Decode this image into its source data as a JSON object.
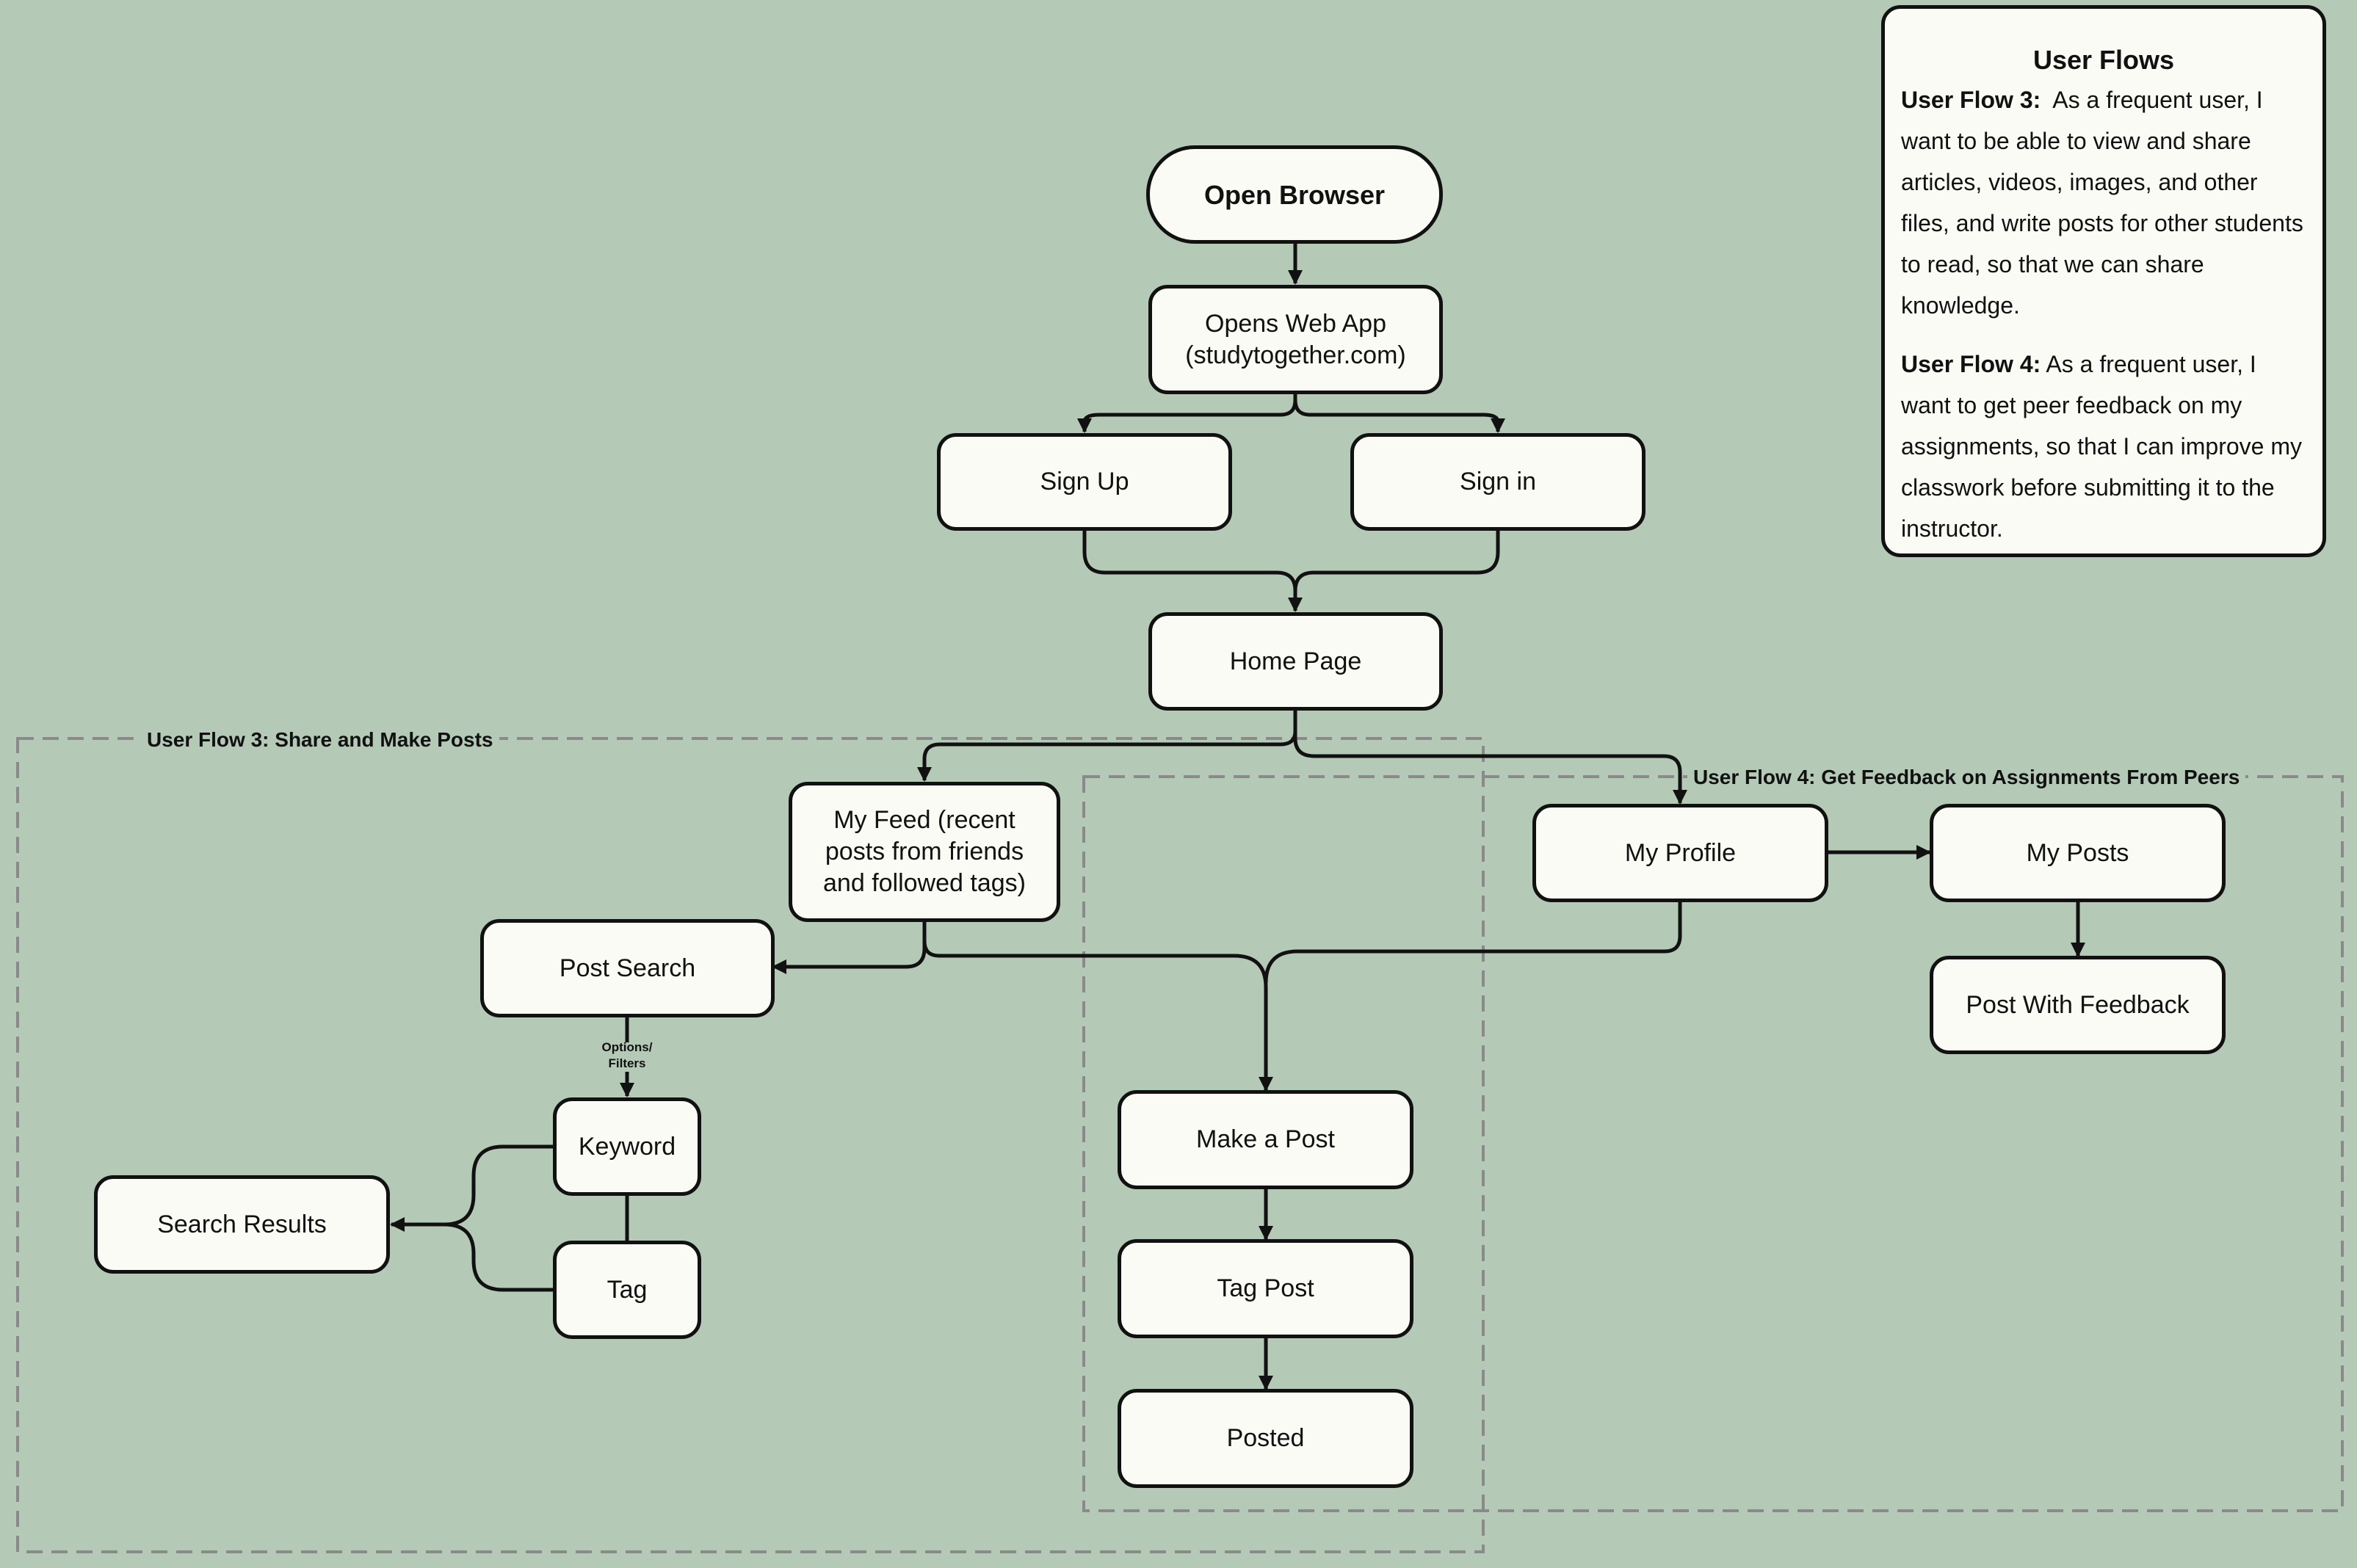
{
  "nodes": {
    "open_browser": "Open Browser",
    "opens_web_app_line1": "Opens Web App",
    "opens_web_app_line2": "(studytogether.com)",
    "sign_up": "Sign Up",
    "sign_in": "Sign in",
    "home_page": "Home Page",
    "my_feed_line1": "My Feed (recent",
    "my_feed_line2": "posts from friends",
    "my_feed_line3": "and followed tags)",
    "post_search": "Post Search",
    "keyword": "Keyword",
    "tag": "Tag",
    "search_results": "Search Results",
    "make_a_post": "Make a Post",
    "tag_post": "Tag Post",
    "posted": "Posted",
    "my_profile": "My Profile",
    "my_posts": "My Posts",
    "post_with_feedback": "Post With Feedback"
  },
  "edge_labels": {
    "options_filters_line1": "Options/",
    "options_filters_line2": "Filters"
  },
  "groups": {
    "flow3": "User Flow 3: Share and Make Posts",
    "flow4": "User Flow 4: Get Feedback on Assignments From Peers"
  },
  "info_panel": {
    "title": "User Flows",
    "flow3_label": "User Flow 3:",
    "flow3_text": "As a frequent user, I want to be able to view and share articles, videos, images, and other files, and write posts for other students to read, so that we can share knowledge.",
    "flow4_label": "User Flow 4:",
    "flow4_text": "As a frequent user, I want to get peer feedback on my assignments, so that I can improve my classwork before submitting it to the instructor."
  },
  "colors": {
    "background": "#b5c9b7",
    "node_fill": "#fbfbf5",
    "stroke": "#111111",
    "group_border": "#8a8a8a"
  }
}
